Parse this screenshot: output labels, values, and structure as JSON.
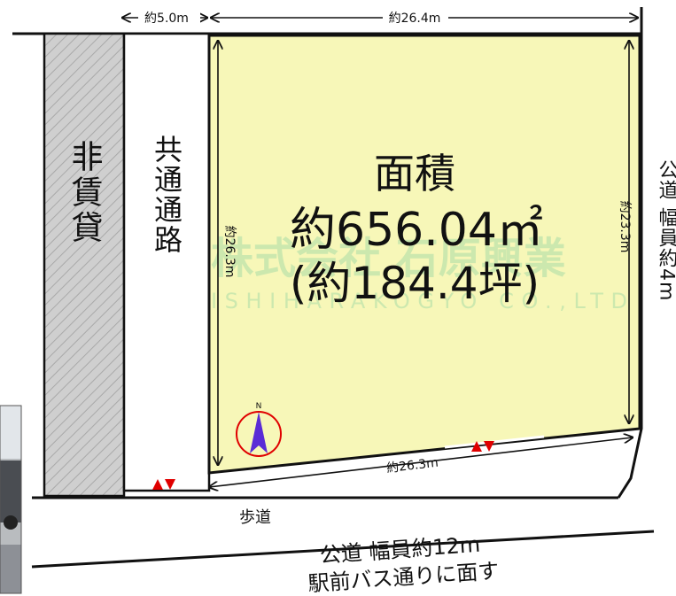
{
  "plot": {
    "area_title": "面積",
    "area_sqm": "約656.04㎡",
    "area_tsubo": "(約184.4坪)"
  },
  "dimensions": {
    "top_lane": "約5.0m",
    "top_plot": "約26.4m",
    "left_plot": "約26.3m",
    "right_plot": "約23.3m",
    "bottom_plot": "約26.3m"
  },
  "labels": {
    "non_rental": "非賃貸",
    "common_passage": "共通通路",
    "sidewalk": "歩道",
    "side_road": "公道 幅員約4m",
    "main_road_line1": "公道 幅員約12m",
    "main_road_line2": "駅前バス通りに面す"
  },
  "watermark": {
    "company_jp": "株式会社 石原興業",
    "company_en": "ISHIHARAKOGYO CO.,LTD"
  },
  "compass": {
    "north_label": "N"
  },
  "colors": {
    "plot_fill": "#f7f7b8",
    "hatch_fill": "#cfcfcf",
    "line": "#111111",
    "marker_red": "#e00000",
    "compass_violet": "#5a2bd6",
    "watermark_green": "#9ad6a4"
  }
}
